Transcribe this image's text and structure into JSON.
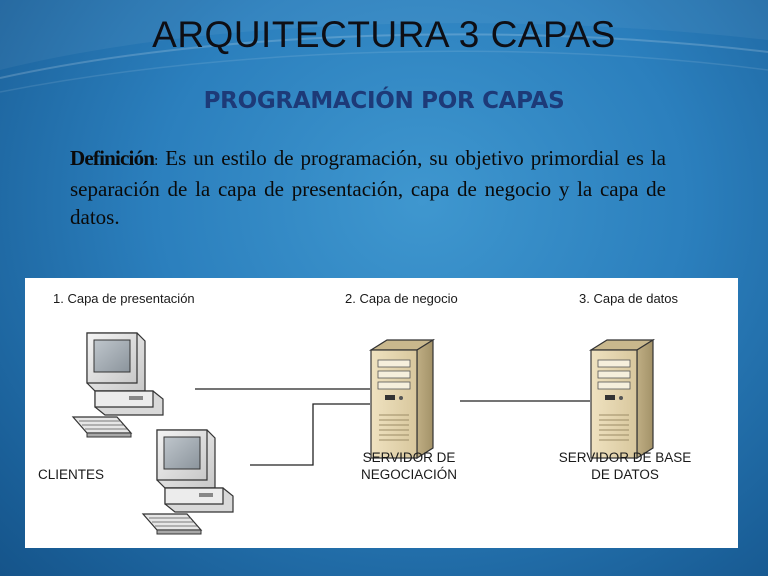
{
  "slide": {
    "title": "ARQUITECTURA 3 CAPAS",
    "subtitle": "PROGRAMACIÓN POR CAPAS",
    "definition": {
      "term": "Definición",
      "colon": ":",
      "text": " Es un estilo de programación, su objetivo primordial es la separación de la capa de presentación, capa de negocio y la capa de datos."
    }
  },
  "diagram": {
    "layers": [
      {
        "label": "1. Capa de presentación"
      },
      {
        "label": "2. Capa de negocio"
      },
      {
        "label": "3. Capa de datos"
      }
    ],
    "clients_label": "CLIENTES",
    "business_server": {
      "line1": "SERVIDOR DE",
      "line2": "NEGOCIACIÓN"
    },
    "data_server": {
      "line1": "SERVIDOR DE BASE",
      "line2": "DE DATOS"
    },
    "icons": [
      "desktop-computer-icon",
      "desktop-computer-icon",
      "server-tower-icon",
      "server-tower-icon"
    ]
  }
}
